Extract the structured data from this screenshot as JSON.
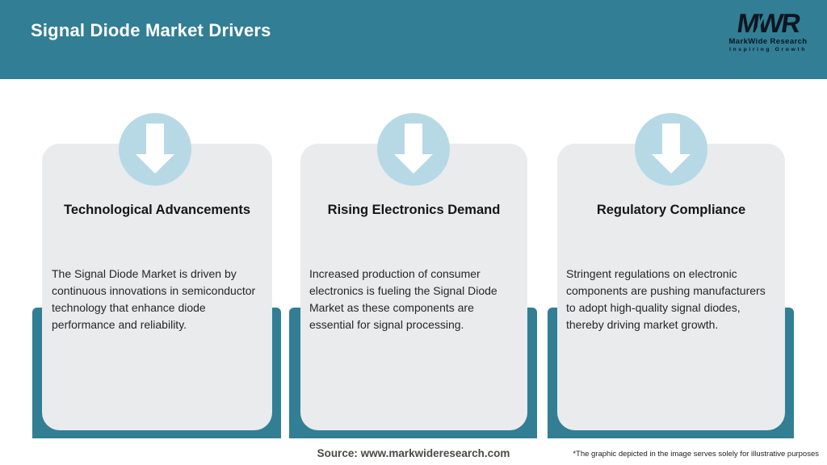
{
  "header": {
    "title": "Signal Diode Market Drivers"
  },
  "logo": {
    "monogram": "MWR",
    "name": "MarkWide Research",
    "tagline": "Inspiring Growth"
  },
  "cards": [
    {
      "icon": "down-arrow-icon",
      "title": "Technological Advancements",
      "description": "The Signal Diode Market is driven by continuous innovations in semiconductor technology that enhance diode performance and reliability."
    },
    {
      "icon": "down-arrow-icon",
      "title": "Rising Electronics Demand",
      "description": "Increased production of consumer electronics is fueling the Signal Diode Market as these components are essential for signal processing."
    },
    {
      "icon": "down-arrow-icon",
      "title": "Regulatory Compliance",
      "description": "Stringent regulations on electronic components are pushing manufacturers to adopt high-quality signal diodes, thereby driving market growth."
    }
  ],
  "footer": {
    "source": "Source: www.markwideresearch.com",
    "disclaimer": "*The graphic depicted in the image serves solely for illustrative purposes"
  },
  "colors": {
    "teal": "#327e94",
    "circle_blue": "#b7d9e6",
    "card_gray": "#e9ebec"
  }
}
